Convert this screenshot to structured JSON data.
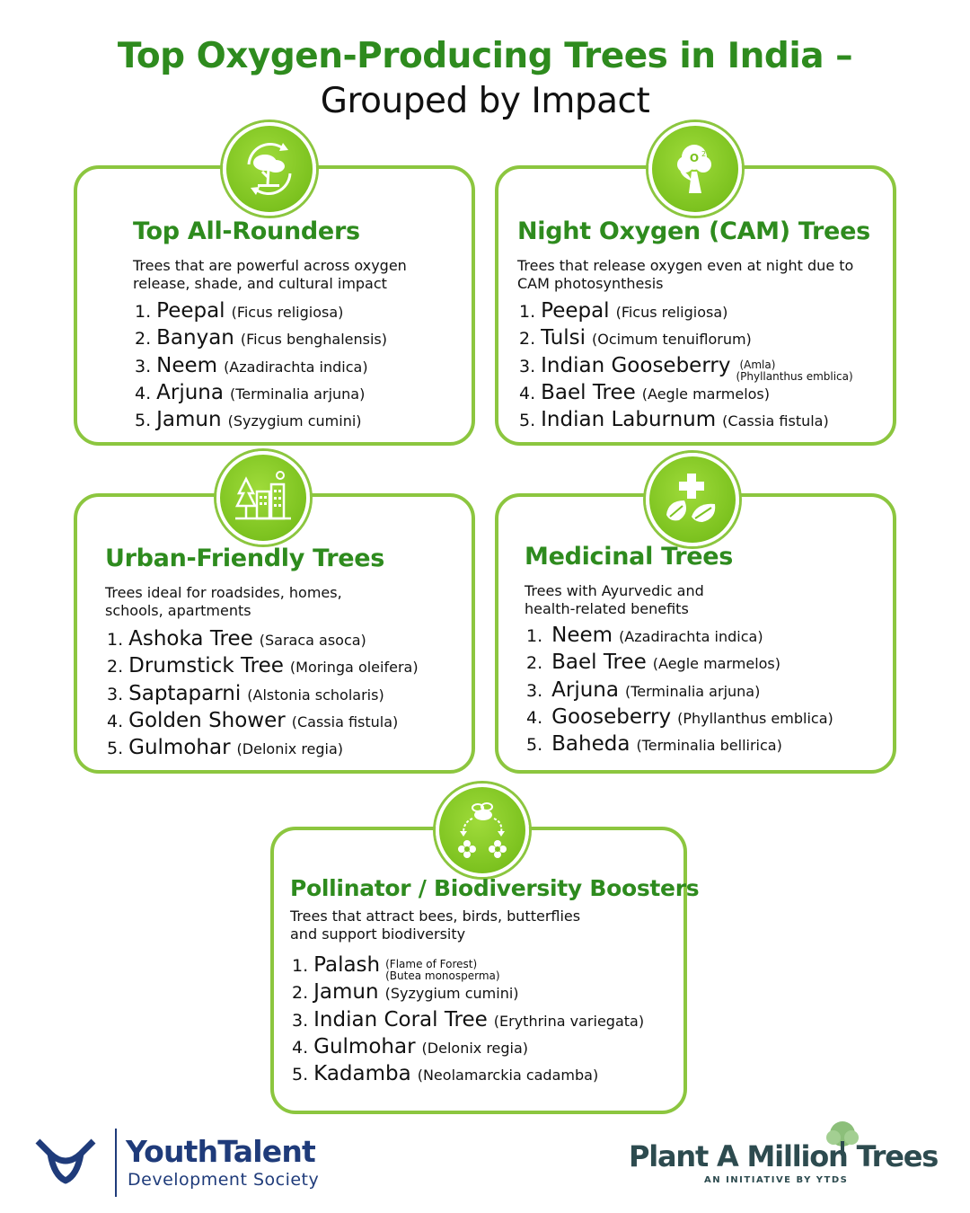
{
  "title": {
    "line1": "Top Oxygen-Producing Trees in India –",
    "line2": "Grouped by Impact"
  },
  "colors": {
    "accent_green": "#2e8b1e",
    "card_border": "#8cc63f",
    "brand_navy": "#1f3b7a"
  },
  "categories": [
    {
      "icon": "tree-cycle-icon",
      "title": "Top All-Rounders",
      "description_lines": [
        "Trees that are powerful across oxygen",
        "release, shade, and cultural impact"
      ],
      "trees": [
        {
          "num": "1.",
          "name": "Peepal",
          "sci": "(Ficus religiosa)"
        },
        {
          "num": "2.",
          "name": "Banyan",
          "sci": "(Ficus benghalensis)"
        },
        {
          "num": "3.",
          "name": "Neem",
          "sci": "(Azadirachta indica)"
        },
        {
          "num": "4.",
          "name": "Arjuna",
          "sci": "(Terminalia arjuna)"
        },
        {
          "num": "5.",
          "name": "Jamun",
          "sci": "(Syzygium cumini)"
        }
      ]
    },
    {
      "icon": "oxygen-tree-icon",
      "title": "Night Oxygen (CAM) Trees",
      "description_lines": [
        "Trees that release oxygen even at night due to",
        "CAM photosynthesis"
      ],
      "trees": [
        {
          "num": "1.",
          "name": "Peepal",
          "sci": "(Ficus religiosa)"
        },
        {
          "num": "2.",
          "name": "Tulsi",
          "sci": "(Ocimum tenuiflorum)"
        },
        {
          "num": "3.",
          "name": "Indian Gooseberry",
          "sci_top": "(Amla)",
          "sci_bottom": "(Phyllanthus emblica)"
        },
        {
          "num": "4.",
          "name": "Bael Tree",
          "sci": "(Aegle marmelos)"
        },
        {
          "num": "5.",
          "name": "Indian Laburnum",
          "sci": "(Cassia fistula)"
        }
      ]
    },
    {
      "icon": "city-trees-icon",
      "title": "Urban-Friendly Trees",
      "description_lines": [
        "Trees ideal for roadsides, homes,",
        "schools, apartments"
      ],
      "trees": [
        {
          "num": "1.",
          "name": "Ashoka Tree",
          "sci": "(Saraca asoca)"
        },
        {
          "num": "2.",
          "name": "Drumstick Tree",
          "sci": "(Moringa oleifera)"
        },
        {
          "num": "3.",
          "name": "Saptaparni",
          "sci": "(Alstonia scholaris)"
        },
        {
          "num": "4.",
          "name": "Golden Shower",
          "sci": "(Cassia fistula)"
        },
        {
          "num": "5.",
          "name": "Gulmohar",
          "sci": "(Delonix regia)"
        }
      ]
    },
    {
      "icon": "medicinal-leaf-icon",
      "title": "Medicinal Trees",
      "description_lines": [
        "Trees with Ayurvedic and",
        "health-related benefits"
      ],
      "trees": [
        {
          "num": "1.",
          "name": "Neem",
          "sci": "(Azadirachta indica)"
        },
        {
          "num": "2.",
          "name": "Bael Tree",
          "sci": "(Aegle marmelos)"
        },
        {
          "num": "3.",
          "name": "Arjuna",
          "sci": "(Terminalia arjuna)"
        },
        {
          "num": "4.",
          "name": "Gooseberry",
          "sci": "(Phyllanthus emblica)"
        },
        {
          "num": "5.",
          "name": "Baheda",
          "sci": "(Terminalia bellirica)"
        }
      ]
    },
    {
      "icon": "bee-flowers-icon",
      "title": "Pollinator / Biodiversity Boosters",
      "description_lines": [
        "Trees that attract bees, birds, butterflies",
        "and support biodiversity"
      ],
      "trees": [
        {
          "num": "1.",
          "name": "Palash",
          "sci_top": "(Flame of Forest)",
          "sci_bottom": "(Butea monosperma)"
        },
        {
          "num": "2.",
          "name": "Jamun",
          "sci": "(Syzygium cumini)"
        },
        {
          "num": "3.",
          "name": "Indian Coral Tree",
          "sci": "(Erythrina variegata)"
        },
        {
          "num": "4.",
          "name": "Gulmohar",
          "sci": "(Delonix regia)"
        },
        {
          "num": "5.",
          "name": "Kadamba",
          "sci": "(Neolamarckia cadamba)"
        }
      ]
    }
  ],
  "footer": {
    "left_logo": {
      "name": "YouthTalent",
      "subtitle": "Development Society"
    },
    "right_logo": {
      "name": "Plant A Million Trees",
      "subtitle": "AN INITIATIVE BY YTDS"
    }
  }
}
